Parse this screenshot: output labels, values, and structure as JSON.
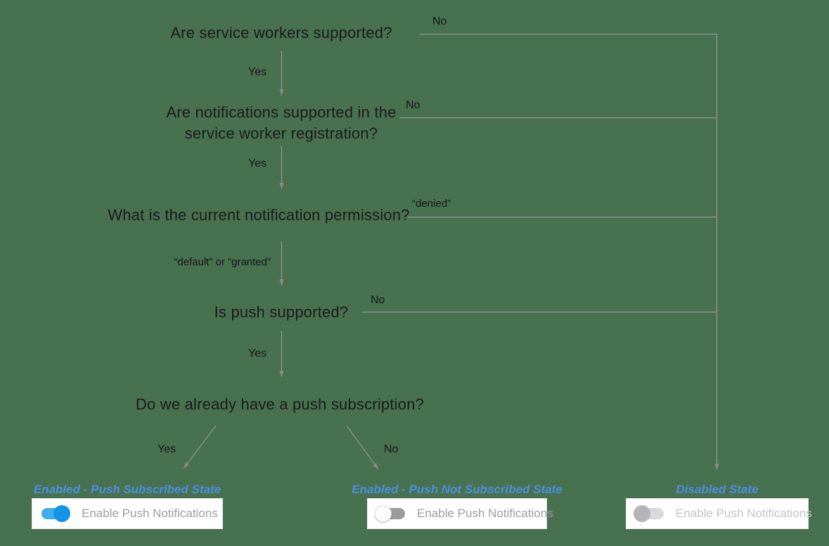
{
  "diagram": {
    "questions": {
      "q1": "Are service workers supported?",
      "q2": "Are notifications supported in the service worker registration?",
      "q3": "What is the current notification permission?",
      "q4": "Is push supported?",
      "q5": "Do we already have a push subscription?"
    },
    "edge_labels": {
      "q1_yes": "Yes",
      "q1_no": "No",
      "q2_yes": "Yes",
      "q2_no": "No",
      "q3_denied": "“denied”",
      "q3_default_granted": "“default” or “granted”",
      "q4_yes": "Yes",
      "q4_no": "No",
      "q5_yes": "Yes",
      "q5_no": "No"
    },
    "states": {
      "subscribed": {
        "title": "Enabled - Push Subscribed State",
        "toggle_label": "Enable Push Notifications",
        "toggle_state": "on"
      },
      "not_subscribed": {
        "title": "Enabled - Push Not Subscribed State",
        "toggle_label": "Enable Push Notifications",
        "toggle_state": "off"
      },
      "disabled": {
        "title": "Disabled State",
        "toggle_label": "Enable Push Notifications",
        "toggle_state": "disabled"
      }
    },
    "colors": {
      "background": "#48714f",
      "connector": "#a2a2a2",
      "question_text": "#1b1b1b",
      "state_title": "#4a90e2",
      "toggle_on_track": "#3fadea",
      "toggle_on_thumb": "#1494e4",
      "toggle_off_track": "#9b9b9d",
      "toggle_off_thumb": "#fbfbfb",
      "toggle_disabled_track": "#d9d9db",
      "toggle_disabled_thumb": "#b5b5b8",
      "card_background": "#ffffff",
      "card_label": "#9e9e9e",
      "card_label_disabled": "#c4c4c6"
    }
  }
}
